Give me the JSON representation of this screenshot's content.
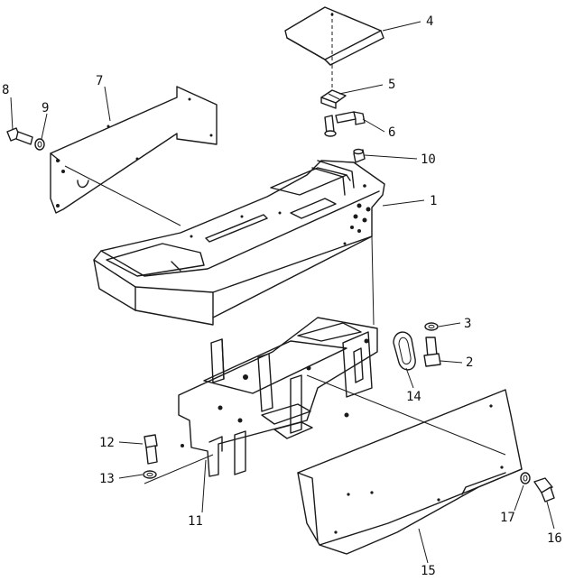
{
  "part_labels": [
    "1",
    "2",
    "3",
    "4",
    "5",
    "6",
    "7",
    "8",
    "9",
    "10",
    "11",
    "12",
    "13",
    "14",
    "15",
    "16",
    "17"
  ]
}
